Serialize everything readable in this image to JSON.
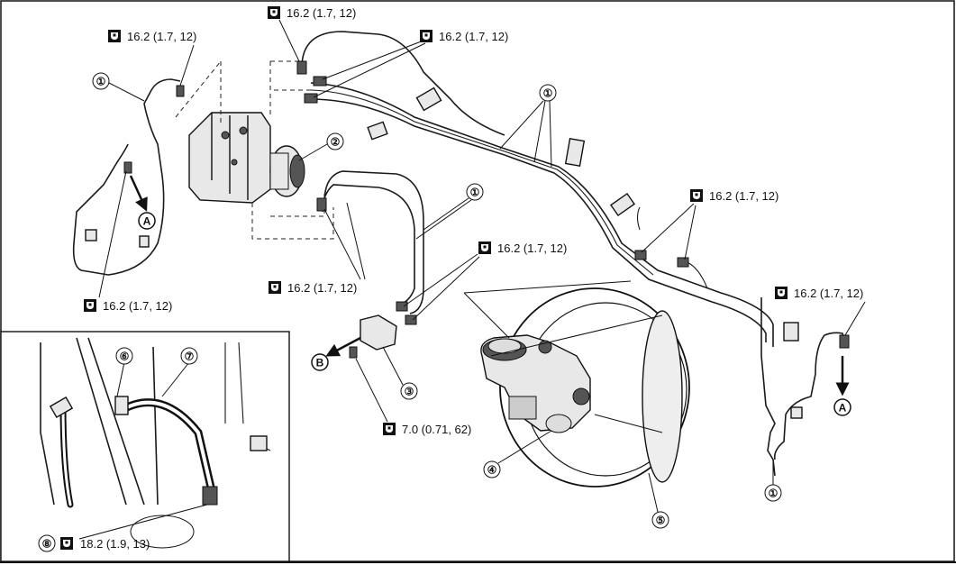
{
  "callouts": {
    "c1": "①",
    "c2": "②",
    "c3": "③",
    "c4": "④",
    "c5": "⑤",
    "c6": "⑥",
    "c7": "⑦",
    "c8": "⑧",
    "A": "A",
    "B": "B"
  },
  "torques": {
    "t_top_center": "16.2 (1.7, 12)",
    "t_top_left": "16.2 (1.7, 12)",
    "t_top_right": "16.2 (1.7, 12)",
    "t_left_bottom": "16.2 (1.7, 12)",
    "t_mid_lower": "16.2 (1.7, 12)",
    "t_mid_right": "16.2 (1.7, 12)",
    "t_right_upper": "16.2 (1.7, 12)",
    "t_far_right": "16.2 (1.7, 12)",
    "t_bolt": "7.0 (0.71, 62)",
    "t_inset": "18.2 (1.9, 13)"
  },
  "icons": {
    "torque": "torque-wrench-icon",
    "arrow": "arrow-icon"
  }
}
